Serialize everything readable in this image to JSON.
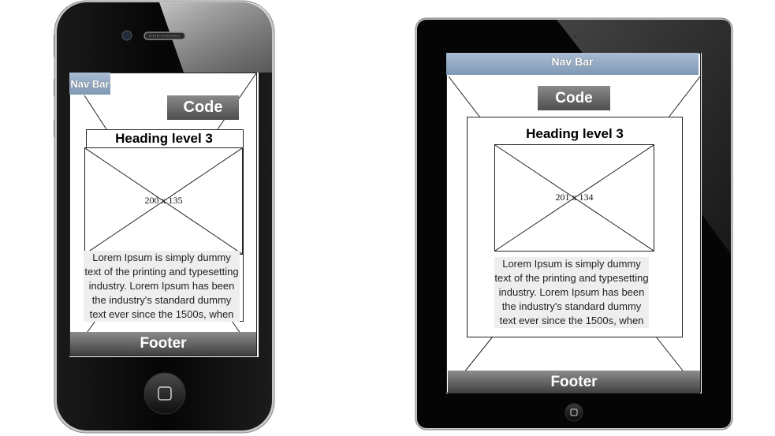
{
  "phone": {
    "nav_bar": "Nav Bar",
    "code_button": "Code",
    "heading": "Heading level 3",
    "image_size": "200 x 135",
    "paragraph": "Lorem Ipsum is simply dummy text of the printing and typesetting industry. Lorem Ipsum has been the industry's standard dummy text ever since the 1500s, when",
    "footer": "Footer"
  },
  "tablet": {
    "nav_bar": "Nav Bar",
    "code_button": "Code",
    "heading": "Heading level 3",
    "image_size": "201 x 134",
    "paragraph": "Lorem Ipsum is simply dummy text of the printing and typesetting industry. Lorem Ipsum has been the industry's standard dummy text ever since the 1500s, when",
    "footer": "Footer"
  }
}
